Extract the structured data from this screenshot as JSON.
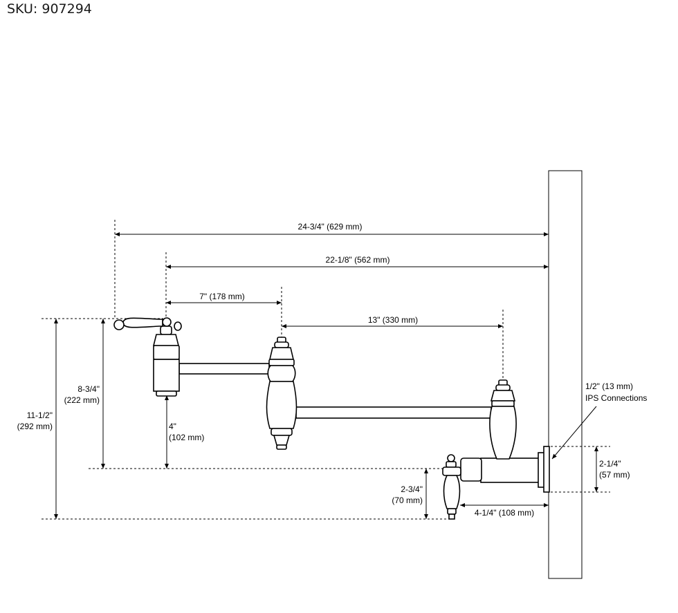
{
  "sku_label": "SKU: 907294",
  "dimensions": {
    "overall_width": "24-3/4\" (629 mm)",
    "spout_width": "22-1/8\" (562 mm)",
    "first_arm": "7\" (178 mm)",
    "second_arm": "13\" (330 mm)",
    "connection_size": "1/2\" (13 mm)",
    "connection_type": "IPS Connections",
    "overall_height_in": "11-1/2\"",
    "overall_height_mm": "(292 mm)",
    "handle_height_in": "8-3/4\"",
    "handle_height_mm": "(222 mm)",
    "spout_drop_in": "4\"",
    "spout_drop_mm": "(102 mm)",
    "flange_height_in": "2-1/4\"",
    "flange_height_mm": "(57 mm)",
    "valve_height_in": "2-3/4\"",
    "valve_height_mm": "(70 mm)",
    "valve_projection": "4-1/4\" (108 mm)"
  }
}
